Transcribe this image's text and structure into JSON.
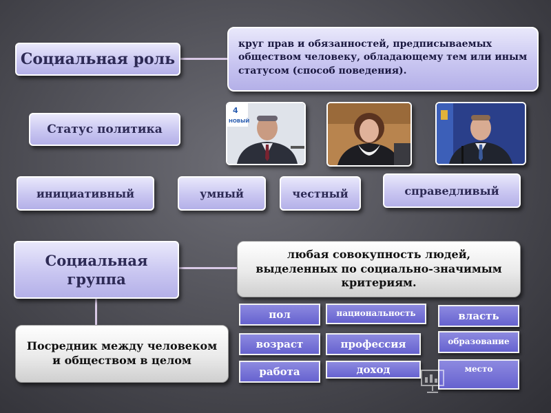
{
  "social_role": {
    "title": "Социальная роль",
    "definition": "круг прав и обязанностей, предписываемых обществом человеку, обладающему тем или иным статусом (способ поведения)."
  },
  "politician": {
    "status_label": "Статус политика",
    "traits": [
      "инициативный",
      "умный",
      "честный",
      "справедливый"
    ],
    "photo_label": "4 НОВЫЙ"
  },
  "social_group": {
    "title": "Социальная группа",
    "definition": "любая совокупность людей, выделенных по социально-значимым критериям.",
    "mediator": "Посредник между человеком и обществом в целом",
    "criteria": [
      "пол",
      "национальность",
      "власть",
      "возраст",
      "профессия",
      "образование",
      "работа",
      "доход",
      "место"
    ]
  },
  "colors": {
    "lavender": "#c9c6f1",
    "tag_blue": "#6662cf",
    "heading_text": "#2d2a55"
  }
}
